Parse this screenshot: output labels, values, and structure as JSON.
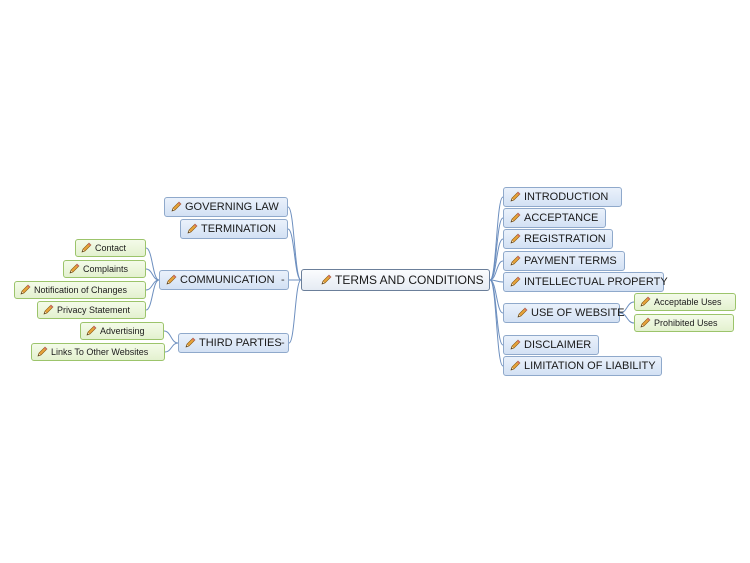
{
  "diagram": {
    "center": {
      "label": "TERMS AND CONDITIONS",
      "collapse": "-"
    },
    "right": [
      {
        "key": "introduction",
        "label": "INTRODUCTION"
      },
      {
        "key": "acceptance",
        "label": "ACCEPTANCE"
      },
      {
        "key": "registration",
        "label": "REGISTRATION"
      },
      {
        "key": "payment_terms",
        "label": "PAYMENT TERMS"
      },
      {
        "key": "intellectual_property",
        "label": "INTELLECTUAL PROPERTY"
      },
      {
        "key": "use_of_website",
        "label": "USE OF WEBSITE",
        "collapse": "-",
        "children": [
          {
            "label": "Acceptable Uses"
          },
          {
            "label": "Prohibited Uses"
          }
        ]
      },
      {
        "key": "disclaimer",
        "label": "DISCLAIMER"
      },
      {
        "key": "limitation_of_liability",
        "label": "LIMITATION OF LIABILITY"
      }
    ],
    "left": [
      {
        "key": "governing_law",
        "label": "GOVERNING LAW"
      },
      {
        "key": "termination",
        "label": "TERMINATION"
      },
      {
        "key": "communication",
        "label": "COMMUNICATION",
        "collapse": "-",
        "children": [
          {
            "label": "Contact"
          },
          {
            "label": "Complaints"
          },
          {
            "label": "Notification of Changes"
          },
          {
            "label": "Privacy Statement"
          }
        ]
      },
      {
        "key": "third_parties",
        "label": "THIRD PARTIES",
        "collapse": "-",
        "children": [
          {
            "label": "Advertising"
          },
          {
            "label": "Links To Other Websites"
          }
        ]
      }
    ],
    "colors": {
      "link": "#6d8fbf",
      "child_link": "#6d8fbf",
      "pencil_body": "#e8a33a",
      "pencil_tip": "#3a3a3a"
    }
  }
}
